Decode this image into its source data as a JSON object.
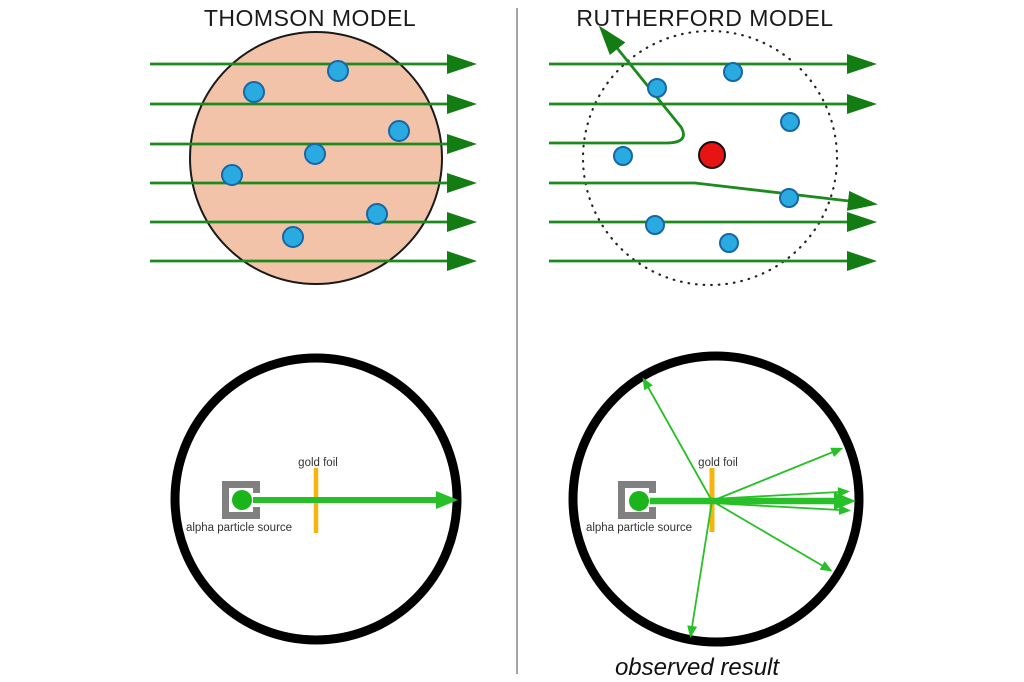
{
  "titles": {
    "thomson": "THOMSON MODEL",
    "rutherford": "RUTHERFORD MODEL"
  },
  "thomson_apparatus": {
    "gold_foil": "gold foil",
    "alpha_source": "alpha particle source"
  },
  "rutherford_apparatus": {
    "gold_foil": "gold foil",
    "alpha_source": "alpha particle source",
    "caption": "observed result"
  },
  "colors": {
    "ray_dark_green": "#1d8a1d",
    "arrowhead_dark_green": "#137d13",
    "beam_bright_green": "#28c028",
    "electron_blue": "#29abe2",
    "electron_outline": "#1766a6",
    "nucleus_red": "#e81313",
    "atom_fill_salmon": "#f2c3a8",
    "gold_foil_yellow": "#f6b40e",
    "source_housing_gray": "#808080",
    "divider_gray": "#a3a3a3",
    "outline_black": "#1a1a1a"
  }
}
